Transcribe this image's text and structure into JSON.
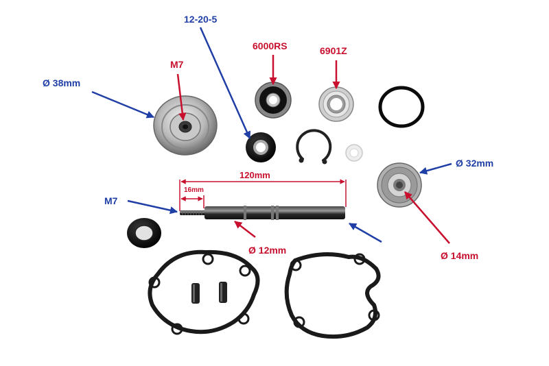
{
  "colors": {
    "label_blue": "#1f3fa6",
    "label_red": "#c8102e"
  },
  "labels": {
    "pulley_diameter": "Ø 38mm",
    "pulley_thread": "M7",
    "oil_seal_size": "12-20-5",
    "bearing_small": "6000RS",
    "bearing_large": "6901Z",
    "seal_outer_diameter": "Ø 32mm",
    "seal_inner_diameter": "Ø 14mm",
    "shaft_thread": "M7",
    "shaft_length": "120mm",
    "thread_length": "16mm",
    "shaft_diameter": "Ø 12mm"
  },
  "parts": [
    {
      "name": "impeller-pulley"
    },
    {
      "name": "oil-seal"
    },
    {
      "name": "ball-bearing-6000rs"
    },
    {
      "name": "ball-bearing-6901z"
    },
    {
      "name": "o-ring"
    },
    {
      "name": "circlip"
    },
    {
      "name": "washer"
    },
    {
      "name": "mechanical-seal"
    },
    {
      "name": "pump-shaft"
    },
    {
      "name": "shaft-seal"
    },
    {
      "name": "gasket-left"
    },
    {
      "name": "gasket-right"
    },
    {
      "name": "dowel-pins"
    }
  ]
}
